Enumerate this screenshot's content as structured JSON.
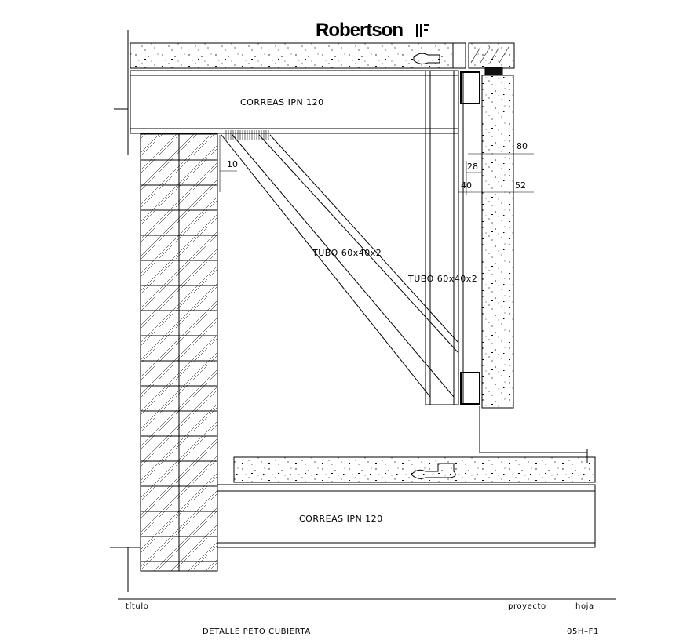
{
  "brand": {
    "name": "Robertson",
    "mark": "▌▌▌"
  },
  "labels": {
    "correas_top": "CORREAS IPN 120",
    "correas_bottom": "CORREAS IPN 120",
    "tubo_diagonal": "TUBO 60x40x2",
    "tubo_vertical": "TUBO 60x40x2"
  },
  "dimensions": {
    "d10": "10",
    "d80": "80",
    "d28": "28",
    "d40": "40",
    "d52": "52"
  },
  "title_block": {
    "titulo_label": "título",
    "proyecto_label": "proyecto",
    "hoja_label": "hoja",
    "title": "DETALLE PETO CUBIERTA",
    "sheet": "05H–F1"
  }
}
